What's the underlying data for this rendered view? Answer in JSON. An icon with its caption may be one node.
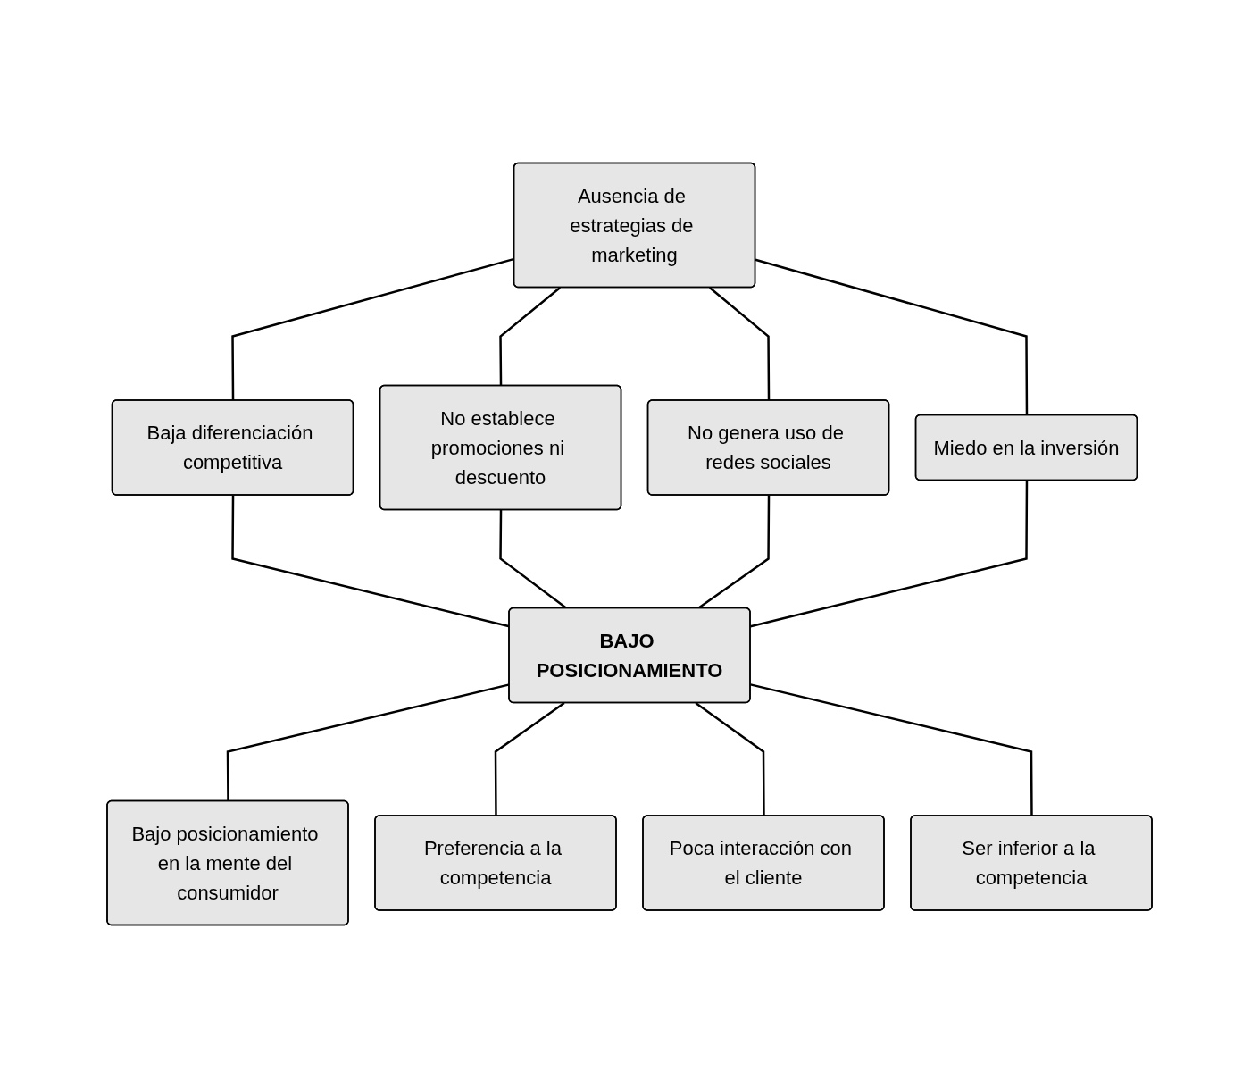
{
  "diagram": {
    "nodes": [
      {
        "text": [
          "Ausencia de estrategias de marketing"
        ]
      },
      {
        "text": [
          "Baja diferenciación competitiva"
        ]
      },
      {
        "text": [
          "No establece promociones ni descuento"
        ]
      },
      {
        "text": [
          "No genera uso de redes sociales"
        ]
      },
      {
        "text": [
          "Miedo en la inversión"
        ]
      },
      {
        "text": [
          "BAJO POSICIONAMIENTO"
        ]
      },
      {
        "text": [
          "Bajo posicionamiento en la mente del consumidor"
        ]
      },
      {
        "text": [
          "Preferencia a la competencia"
        ]
      },
      {
        "text": [
          "Poca interacción con el cliente"
        ]
      },
      {
        "text": [
          "Ser inferior a la competencia"
        ]
      }
    ],
    "edges": [
      {
        "from": 0,
        "to": 1,
        "arrow": "none"
      },
      {
        "from": 0,
        "to": 2,
        "arrow": "none"
      },
      {
        "from": 0,
        "to": 3,
        "arrow": "none"
      },
      {
        "from": 0,
        "to": 4,
        "arrow": "none"
      },
      {
        "from": 1,
        "to": 5,
        "arrow": "none"
      },
      {
        "from": 2,
        "to": 5,
        "arrow": "none"
      },
      {
        "from": 3,
        "to": 5,
        "arrow": "none"
      },
      {
        "from": 4,
        "to": 5,
        "arrow": "none"
      },
      {
        "from": 5,
        "to": 6,
        "arrow": "none"
      },
      {
        "from": 5,
        "to": 7,
        "arrow": "none"
      },
      {
        "from": 5,
        "to": 8,
        "arrow": "none"
      },
      {
        "from": 5,
        "to": 9,
        "arrow": "none"
      }
    ]
  }
}
